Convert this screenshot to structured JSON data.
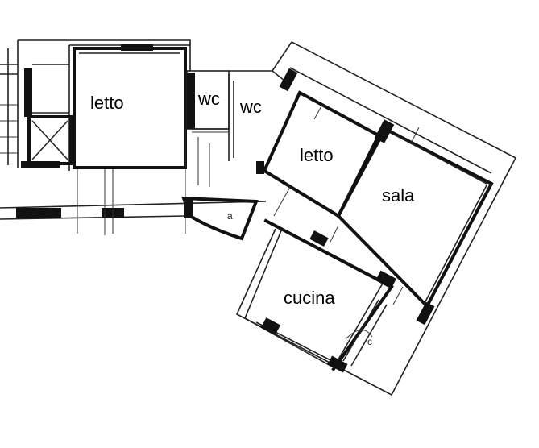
{
  "floor_plan": {
    "rooms": [
      {
        "id": "letto-left",
        "label": "letto"
      },
      {
        "id": "wc-1",
        "label": "wc"
      },
      {
        "id": "wc-2",
        "label": "wc"
      },
      {
        "id": "letto-right",
        "label": "letto"
      },
      {
        "id": "sala",
        "label": "sala"
      },
      {
        "id": "cucina",
        "label": "cucina"
      }
    ]
  }
}
